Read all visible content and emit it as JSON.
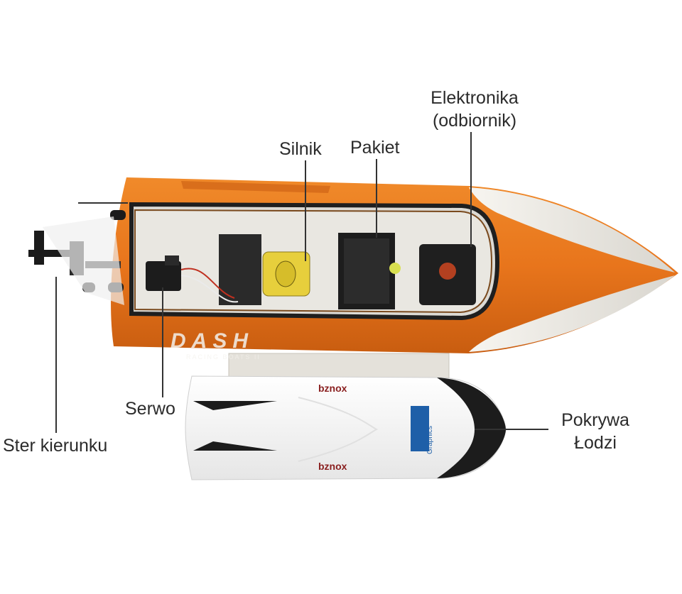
{
  "labels": {
    "elektronika_line1": "Elektronika",
    "elektronika_line2": "(odbiornik)",
    "silnik": "Silnik",
    "pakiet": "Pakiet",
    "serwo": "Serwo",
    "ster_kierunku": "Ster kierunku",
    "pokrywa_line1": "Pokrywa",
    "pokrywa_line2": "Łodzi"
  },
  "hull_text": {
    "brand": "DASH",
    "brand_sub": "RACING BOATS II",
    "cover_brand_top": "bznox",
    "cover_brand_bottom": "bznox",
    "cover_logo_sub": "Graphics"
  },
  "colors": {
    "hull_orange": "#e8751c",
    "hull_dark": "#b94f0a",
    "hull_white": "#f3f1ec",
    "leader_line": "#333333"
  }
}
